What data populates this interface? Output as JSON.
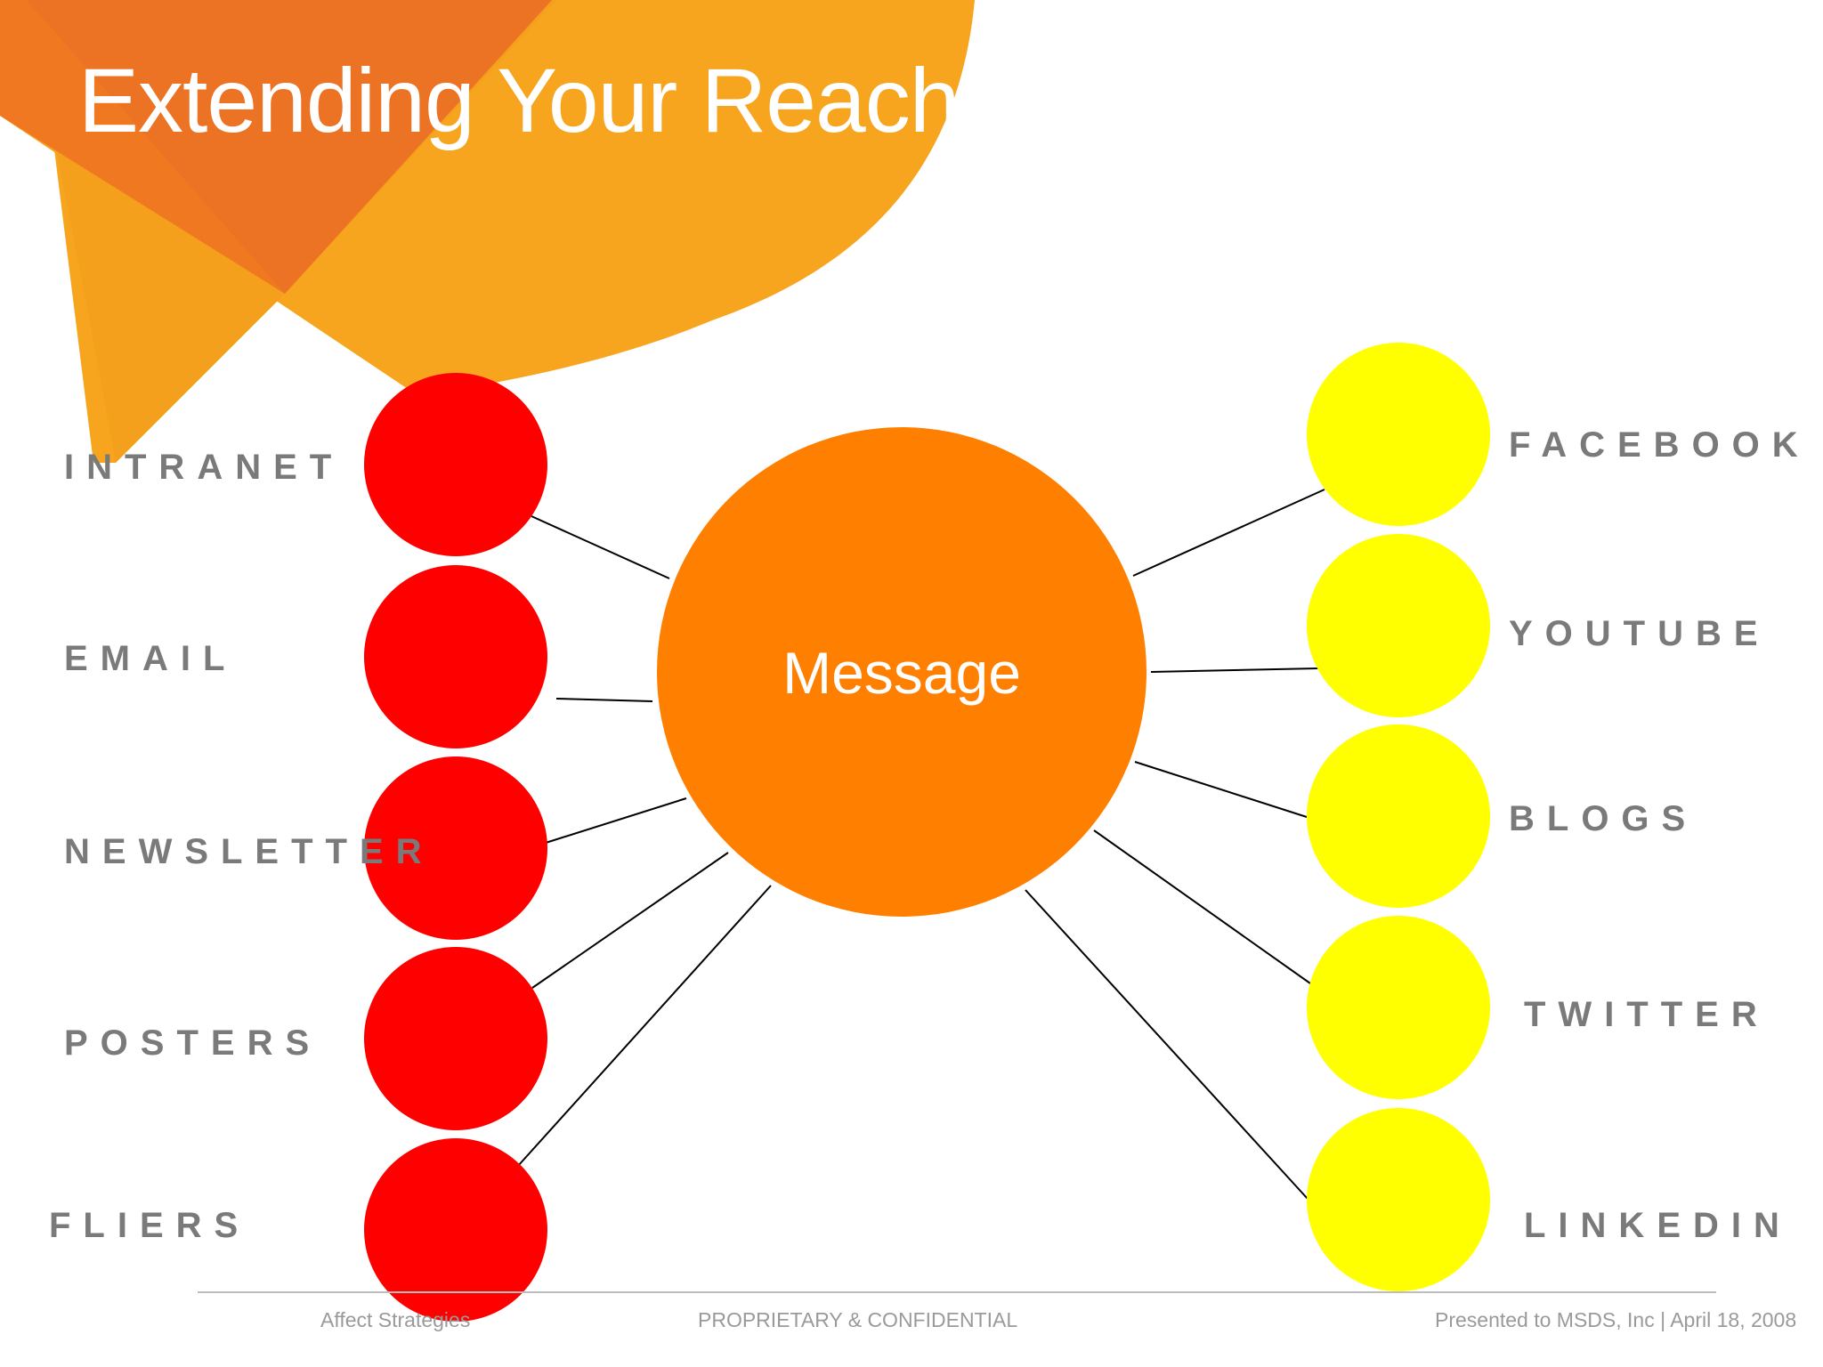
{
  "slide": {
    "title": "Extending Your Reach",
    "center_label": "Message",
    "left_channels": [
      "Intranet",
      "Email",
      "Newsletter",
      "Posters",
      "Fliers"
    ],
    "right_channels": [
      "Facebook",
      "YouTube",
      "Blogs",
      "Twitter",
      "LinkedIn"
    ],
    "colors": {
      "left_nodes": "#ff0000",
      "right_nodes": "#ffff00",
      "center_node": "#ff7f00",
      "banner_orange": "#f7a01c",
      "banner_dark": "#ee7622",
      "label_text": "#7a7a7a"
    }
  },
  "footer": {
    "left": "Affect Strategies",
    "center": "PROPRIETARY & CONFIDENTIAL",
    "right": "Presented to MSDS, Inc  |  April 18, 2008"
  }
}
